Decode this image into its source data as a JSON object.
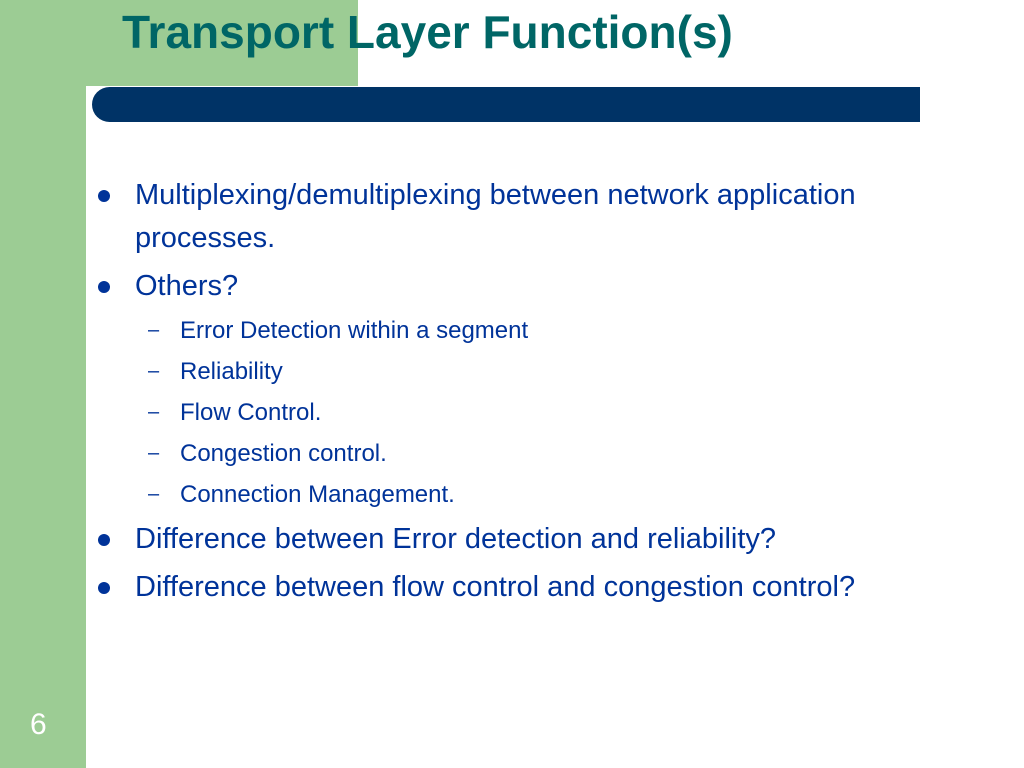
{
  "slide": {
    "title": "Transport Layer Function(s)",
    "number": "6"
  },
  "bullets": [
    {
      "text": "Multiplexing/demultiplexing between network application processes."
    },
    {
      "text": "Others?"
    },
    {
      "text": "Difference between Error detection and reliability?"
    },
    {
      "text": "Difference between flow control and congestion control?"
    }
  ],
  "sub_bullets": [
    {
      "text": "Error Detection within a segment"
    },
    {
      "text": "Reliability"
    },
    {
      "text": "Flow Control."
    },
    {
      "text": "Congestion control."
    },
    {
      "text": "Connection Management."
    }
  ],
  "colors": {
    "accent_green": "#9ccc94",
    "title_bar": "#003366",
    "title_text": "#006666",
    "body_text": "#003399"
  }
}
